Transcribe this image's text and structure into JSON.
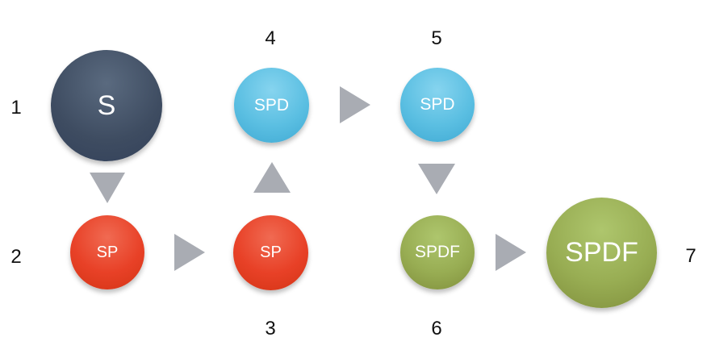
{
  "step_numbers": [
    "1",
    "2",
    "3",
    "4",
    "5",
    "6",
    "7"
  ],
  "nodes": {
    "n1": "S",
    "n2": "SP",
    "n3": "SP",
    "n4": "SPD",
    "n5": "SPD",
    "n6": "SPDF",
    "n7": "SPDF"
  },
  "colors": {
    "S": "#3e4c61",
    "SP": "#e84127",
    "SPD": "#5bbfe2",
    "SPDF": "#98ad53",
    "arrow": "#a9acb3"
  }
}
